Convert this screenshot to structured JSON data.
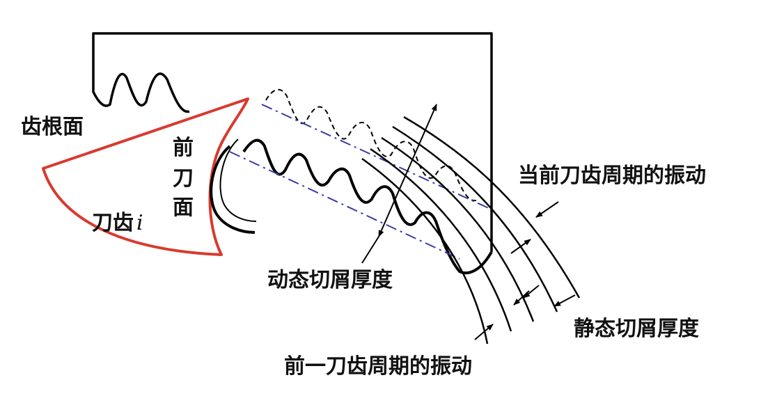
{
  "labels": {
    "tooth_root_face": "齿根面",
    "rake_face_1": "前",
    "rake_face_2": "刀",
    "rake_face_3": "面",
    "cutter_tooth": "刀齿",
    "tooth_index": "i",
    "current_tooth_vibration": "当前刀齿周期的振动",
    "dynamic_chip_thickness": "动态切屑厚度",
    "static_chip_thickness": "静态切屑厚度",
    "previous_tooth_vibration": "前一刀齿周期的振动"
  },
  "colors": {
    "line": "#000000",
    "cutter_outline": "#d83a2e",
    "centerline": "#3a3aa8"
  }
}
